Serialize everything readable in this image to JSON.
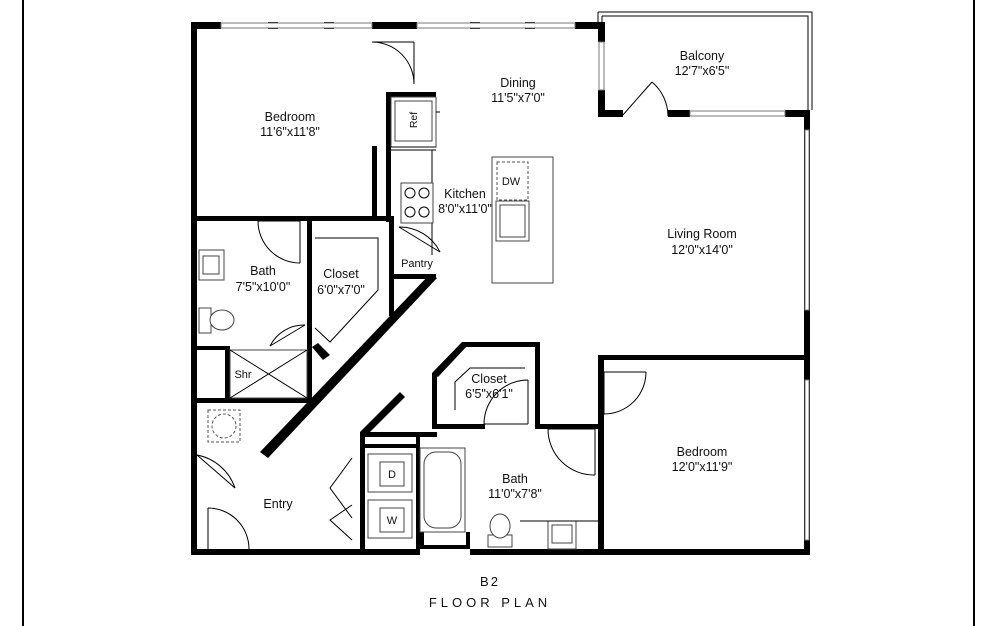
{
  "unit": {
    "code": "B2",
    "subtitle": "FLOOR PLAN"
  },
  "rooms": {
    "bedroom_left": {
      "name": "Bedroom",
      "dims": "11'6\"x11'8\""
    },
    "dining": {
      "name": "Dining",
      "dims": "11'5\"x7'0\""
    },
    "balcony": {
      "name": "Balcony",
      "dims": "12'7\"x6'5\""
    },
    "kitchen": {
      "name": "Kitchen",
      "dims": "8'0\"x11'0\""
    },
    "living": {
      "name": "Living Room",
      "dims": "12'0\"x14'0\""
    },
    "bath_left": {
      "name": "Bath",
      "dims": "7'5\"x10'0\""
    },
    "closet_left": {
      "name": "Closet",
      "dims": "6'0\"x7'0\""
    },
    "closet_center": {
      "name": "Closet",
      "dims": "6'5\"x6'1\""
    },
    "bath_center": {
      "name": "Bath",
      "dims": "11'0\"x7'8\""
    },
    "bedroom_right": {
      "name": "Bedroom",
      "dims": "12'0\"x11'9\""
    },
    "entry": {
      "name": "Entry"
    }
  },
  "fixtures": {
    "ref": "Ref",
    "dw": "DW",
    "pantry": "Pantry",
    "shower": "Shr",
    "dryer": "D",
    "washer": "W"
  }
}
